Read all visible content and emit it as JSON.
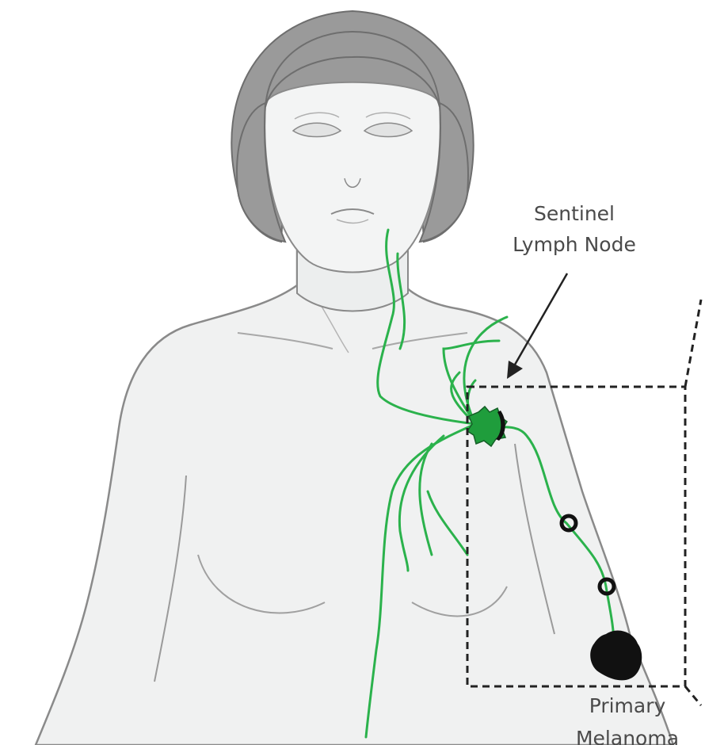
{
  "labels": {
    "sentinel_line1": "Sentinel",
    "sentinel_line2": "Lymph Node",
    "primary_line1": "Primary",
    "primary_line2": "Melanoma"
  },
  "colors": {
    "skin": "#f0f1f1",
    "skin_outline": "#8a8a8a",
    "hair": "#9a9a9a",
    "hair_outline": "#6e6e6e",
    "lymph": "#2bb24c",
    "node": "#1f9d3c",
    "tumor": "#111111",
    "label": "#4a4a4a",
    "arrow": "#222222",
    "box": "#222222"
  }
}
